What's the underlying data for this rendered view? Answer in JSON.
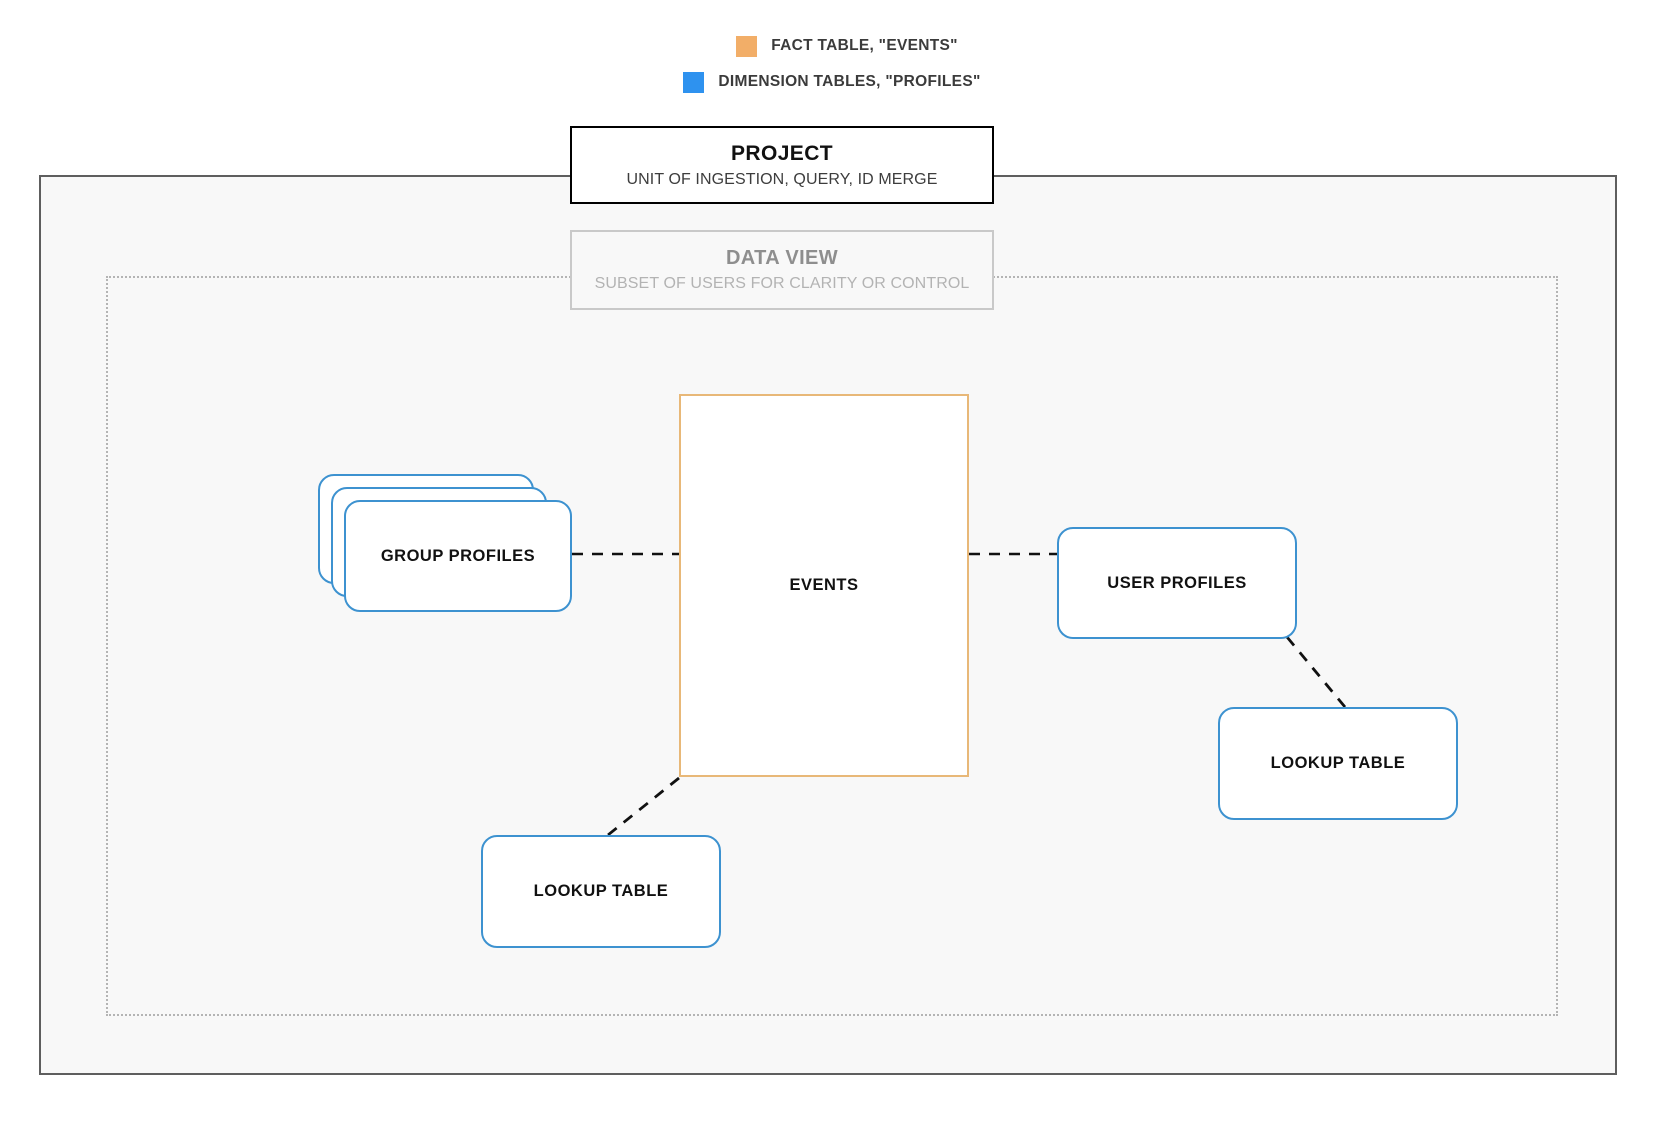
{
  "legend": {
    "items": [
      {
        "label": "FACT TABLE, \"EVENTS\"",
        "color": "#f2ae68",
        "icon": "orange-square-swatch"
      },
      {
        "label": "DIMENSION TABLES, \"PROFILES\"",
        "color": "#2e92ef",
        "icon": "blue-square-swatch"
      }
    ]
  },
  "project": {
    "title": "PROJECT",
    "subtitle": "UNIT OF INGESTION, QUERY, ID MERGE"
  },
  "data_view": {
    "title": "DATA VIEW",
    "subtitle": "SUBSET OF USERS FOR CLARITY OR CONTROL"
  },
  "entities": {
    "fact_table": {
      "label": "EVENTS",
      "color": "#e8b878"
    },
    "group_profiles": {
      "label": "GROUP PROFILES",
      "color": "#3d92d0",
      "stack_count": 3
    },
    "user_profiles": {
      "label": "USER PROFILES",
      "color": "#3d92d0"
    },
    "lookup_table_left": {
      "label": "LOOKUP TABLE",
      "color": "#3d92d0"
    },
    "lookup_table_right": {
      "label": "LOOKUP TABLE",
      "color": "#3d92d0"
    }
  },
  "connections": [
    {
      "from": "group-profiles",
      "to": "events",
      "style": "dashed"
    },
    {
      "from": "events",
      "to": "user-profiles",
      "style": "dashed"
    },
    {
      "from": "events",
      "to": "lookup-table-left",
      "style": "dashed"
    },
    {
      "from": "user-profiles",
      "to": "lookup-table-right",
      "style": "dashed"
    }
  ],
  "colors": {
    "fact_accent": "#e8b878",
    "dimension_accent": "#3d92d0",
    "frame_outer": "#5e5e5e",
    "frame_dotted": "#b4b4b4",
    "canvas": "#f8f8f8"
  }
}
